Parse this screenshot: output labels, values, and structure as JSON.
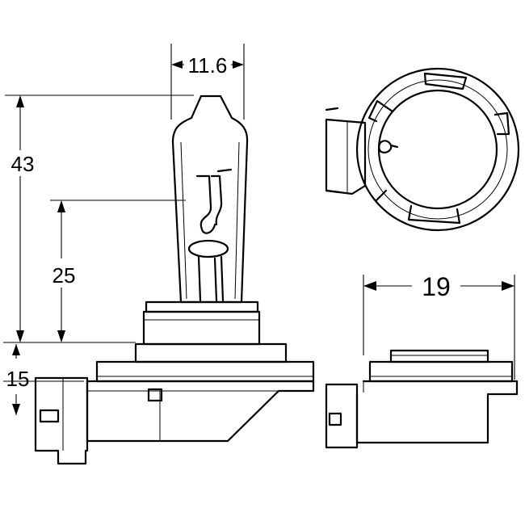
{
  "dimensions": {
    "width_top": "11.6",
    "total_height": "43",
    "filament_height": "25",
    "base_height": "15",
    "base_width": "19"
  }
}
